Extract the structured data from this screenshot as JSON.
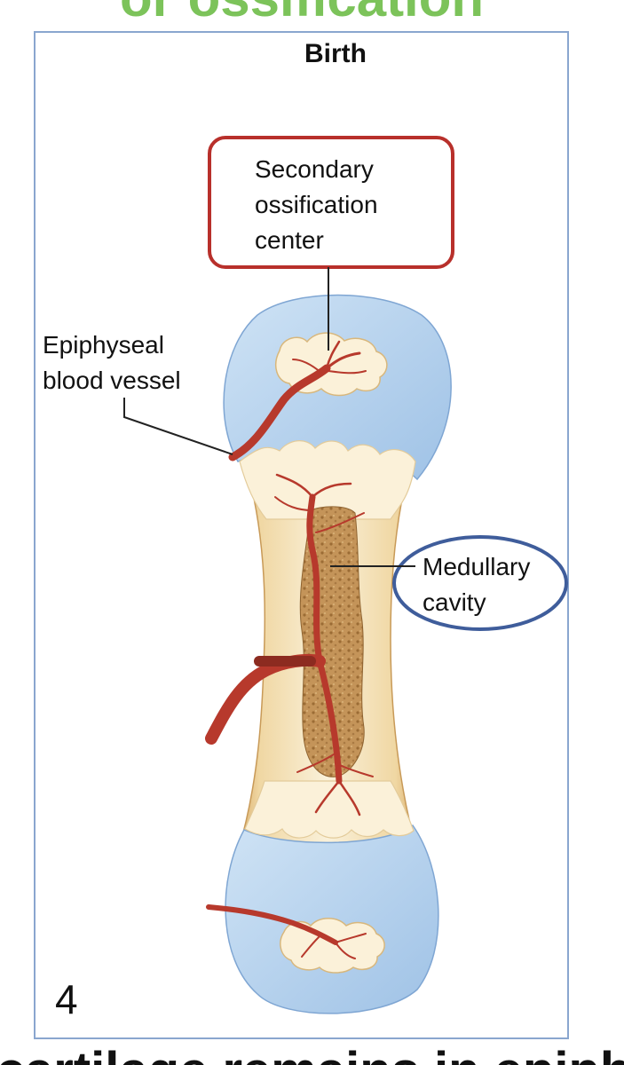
{
  "header_fragment": "or ossification",
  "panel": {
    "title": "Birth",
    "stage_number": "4"
  },
  "labels": {
    "secondary_ossification_center": [
      "Secondary",
      "ossification",
      "center"
    ],
    "epiphyseal_blood_vessel": [
      "Epiphyseal",
      "blood vessel"
    ],
    "medullary_cavity": [
      "Medullary",
      "cavity"
    ]
  },
  "footer_fragment": "as long as cartilage remains in epiphyseal plate",
  "colors": {
    "header_green": "#7cc35a",
    "panel_border": "#8aa6cf",
    "secondary_box": "#b8302b",
    "medullary_ellipse": "#3f5d9b",
    "cartilage_blue": "#a9cbe9",
    "bone_cream": "#f7ecd0",
    "compact_bone": "#e6c58a",
    "spongy_brown": "#b98a4e",
    "vessel_red": "#b7392c"
  }
}
